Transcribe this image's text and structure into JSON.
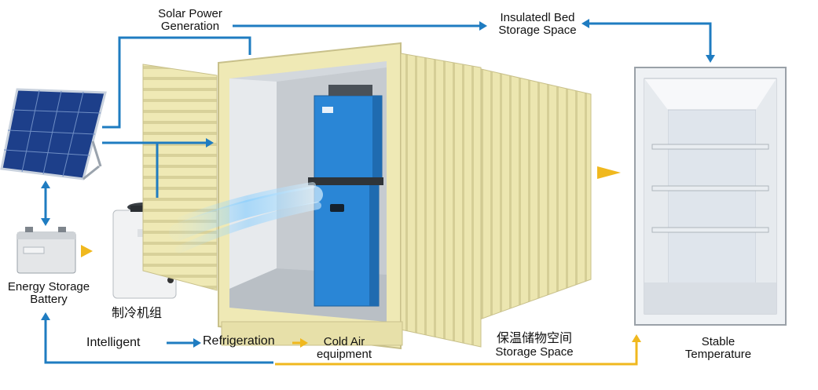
{
  "labels": {
    "solar_l1": "Solar Power",
    "solar_l2": "Generation",
    "insulated_l1": "Insulatedl Bed",
    "insulated_l2": "Storage Space",
    "battery_l1": "Energy Storage",
    "battery_l2": "Battery",
    "refrig_unit_cn": "制冷机组",
    "intelligent": "Intelligent",
    "refrigeration": "Refrigeration",
    "cold_air_l1": "Cold Air",
    "cold_air_l2": "equipment",
    "storage_cn": "保温储物空间",
    "storage_en": "Storage Space",
    "stable_l1": "Stable",
    "stable_l2": "Temperature"
  },
  "colors": {
    "flow_blue": "#1f7cc1",
    "flow_yellow": "#f0b81e",
    "container": "#efe9b5",
    "cold_unit": "#2a86d6"
  }
}
